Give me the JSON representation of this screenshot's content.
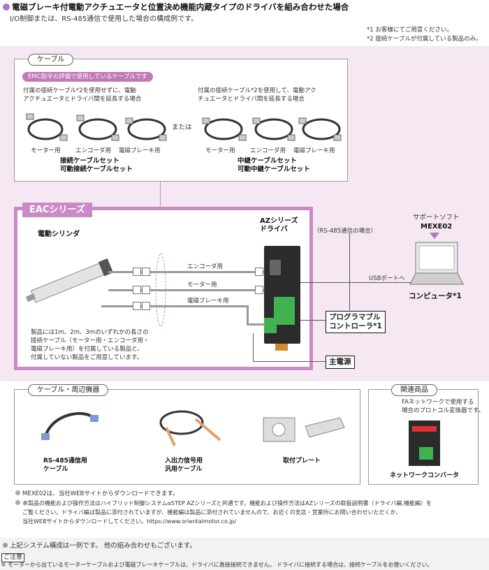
{
  "header": {
    "title": "電磁ブレーキ付電動アクチュエータと位置決め機能内蔵タイプのドライバを組み合わせた場合",
    "subtitle": "I/O制御または、RS-485通信で使用した場合の構成例です。",
    "note1": "*1 お客様にてご用意ください。",
    "note2": "*2 接続ケーブルが付属している製品のみ。"
  },
  "cable_section": {
    "tag": "ケーブル",
    "emc": "EMC指令の評価で使用しているケーブルです",
    "left_desc": [
      "付属の接続ケーブル*2を使用せずに、電動",
      "アクチュエータとドライバ間を延長する場合"
    ],
    "right_desc": [
      "付属の接続ケーブル*2を使用して、電動アク",
      "チュエータとドライバ間を延長する場合"
    ],
    "or": "または",
    "labels_left": [
      "モーター用",
      "エンコーダ用",
      "電磁ブレーキ用"
    ],
    "labels_right": [
      "モーター用",
      "エンコーダ用",
      "電磁ブレーキ用"
    ],
    "set_left": [
      "接続ケーブルセット",
      "可動接続ケーブルセット"
    ],
    "set_right": [
      "中継ケーブルセット",
      "可動中継ケーブルセット"
    ]
  },
  "eac": {
    "title": "EACシリーズ",
    "cylinder": "電動シリンダ",
    "driver": [
      "AZシリーズ",
      "ドライバ"
    ],
    "rs485": "（RS-485通信の場合）",
    "lines": [
      "エンコーダ用",
      "モーター用",
      "電磁ブレーキ用"
    ],
    "desc": [
      "製品には1m、2m、3mのいずれかの長さの",
      "接続ケーブル（モーター用・エンコーダ用・",
      "電磁ブレーキ用）を付属している製品と、",
      "付属していない製品をご用意しています。"
    ]
  },
  "support": {
    "label1": "サポートソフト",
    "label2": "MEXE02",
    "usb": "USBポートへ",
    "computer": "コンピュータ*1",
    "plc": [
      "プログラマブル",
      "コントローラ*1"
    ],
    "power": "主電源"
  },
  "peripherals": {
    "tag": "ケーブル・周辺機器",
    "items": [
      {
        "name": [
          "RS-485通信用",
          "ケーブル"
        ]
      },
      {
        "name": [
          "入出力信号用",
          "汎用ケーブル"
        ]
      },
      {
        "name": [
          "取付プレート"
        ]
      }
    ]
  },
  "related": {
    "tag": "関連商品",
    "desc": [
      "FAネットワークで使用する",
      "場合のプロトコル変換器です。"
    ],
    "name": "ネットワークコンバータ"
  },
  "footnotes": {
    "n1": "MEXE02は、当社WEBサイトからダウンロードできます。",
    "n2": "本製品の機能および操作方法はハイブリッド制御システムαSTEP AZシリーズと共通です。機能および操作方法はAZシリーズの取扱説明書（ドライバ編,機能編）を",
    "n3": "ご覧ください。ドライバ編は製品に添付されていますが、機能編は製品に添付されていませんので、お近くの支店・営業所にお問い合わせいただくか、",
    "n4": "当社WEBサイトからダウンロードしてください。https://www.orientalmotor.co.jp/",
    "system": "上記システム構成は一例です。 他の組み合わせもございます。",
    "caution_tag": "ご注意",
    "caution": "モーターから出ているモーターケーブルおよび電磁ブレーキケーブルは、ドライバに直接接続できません。 ドライバに接続する場合は、接続ケーブルをお使いください。"
  },
  "colors": {
    "accent": "#c98bc5",
    "band": "#f6e8f2",
    "emc": "#bf7ab6",
    "driver": "#2b2b2b",
    "terminal": "#3fb34f"
  }
}
